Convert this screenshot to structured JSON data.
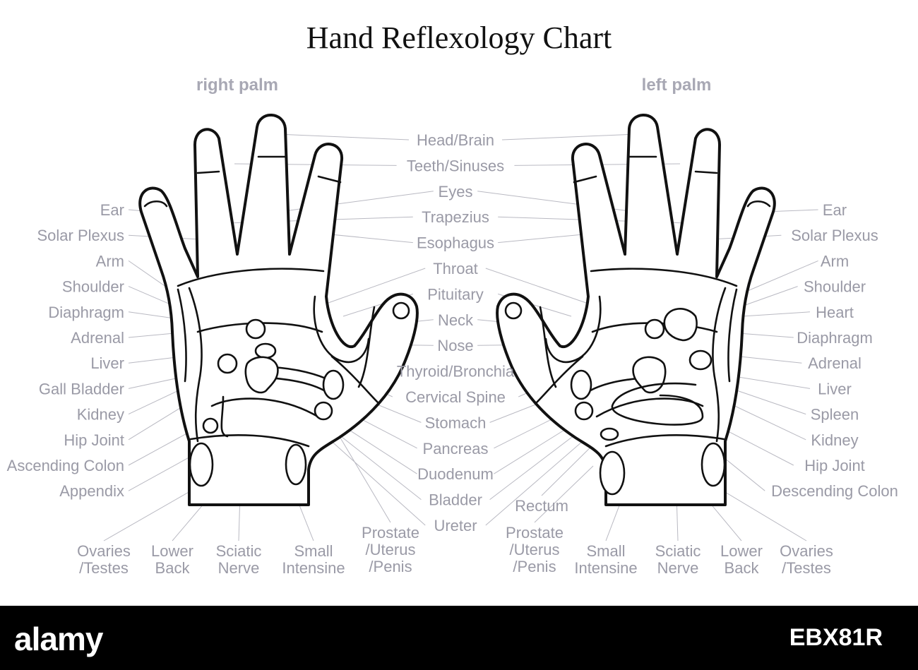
{
  "title": "Hand Reflexology Chart",
  "right_palm_label": "right palm",
  "left_palm_label": "left palm",
  "center_labels": [
    "Head/Brain",
    "Teeth/Sinuses",
    "Eyes",
    "Trapezius",
    "Esophagus",
    "Throat",
    "Pituitary",
    "Neck",
    "Nose",
    "Thyroid/Bronchia",
    "Cervical Spine",
    "Stomach",
    "Pancreas",
    "Duodenum",
    "Bladder",
    "Ureter"
  ],
  "right_side_left_labels": [
    "Ear",
    "Solar Plexus",
    "Arm",
    "Shoulder",
    "Diaphragm",
    "Adrenal",
    "Liver",
    "Gall Bladder",
    "Kidney",
    "Hip Joint",
    "Ascending Colon",
    "Appendix"
  ],
  "left_side_right_labels": [
    "Ear",
    "Solar Plexus",
    "Arm",
    "Shoulder",
    "Heart",
    "Diaphragm",
    "Adrenal",
    "Liver",
    "Spleen",
    "Kidney",
    "Hip Joint",
    "Descending Colon"
  ],
  "bottom_right_hand": [
    {
      "lines": [
        "Ovaries",
        "/Testes"
      ]
    },
    {
      "lines": [
        "Lower",
        "Back"
      ]
    },
    {
      "lines": [
        "Sciatic",
        "Nerve"
      ]
    },
    {
      "lines": [
        "Small",
        "Intensine"
      ]
    },
    {
      "lines": [
        "Prostate",
        "/Uterus",
        "/Penis"
      ]
    }
  ],
  "bottom_left_hand": [
    {
      "lines": [
        "Rectum"
      ]
    },
    {
      "lines": [
        "Prostate",
        "/Uterus",
        "/Penis"
      ]
    },
    {
      "lines": [
        "Small",
        "Intensine"
      ]
    },
    {
      "lines": [
        "Sciatic",
        "Nerve"
      ]
    },
    {
      "lines": [
        "Lower",
        "Back"
      ]
    },
    {
      "lines": [
        "Ovaries",
        "/Testes"
      ]
    }
  ],
  "footer": {
    "logo": "alamy",
    "image_id": "EBX81R"
  },
  "colors": {
    "label": "#9a9aa6",
    "outline": "#111111",
    "leader": "#b9b9c2",
    "footer_bg": "#000000"
  }
}
